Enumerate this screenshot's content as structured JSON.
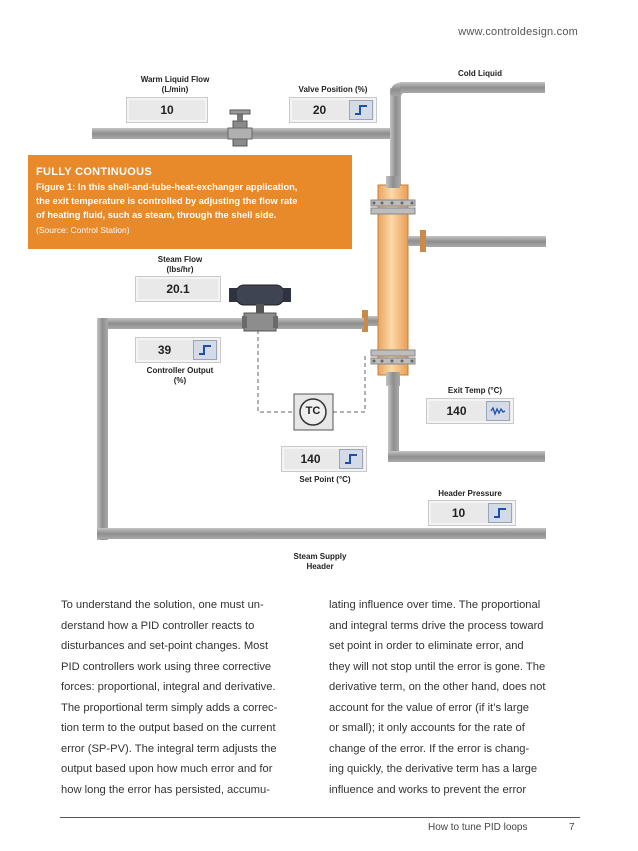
{
  "header": {
    "site": "www.controldesign.com"
  },
  "diagram": {
    "warm_flow_label_1": "Warm Liquid Flow",
    "warm_flow_label_2": "(L/min)",
    "warm_flow_value": "10",
    "valve_position_label": "Valve Position (%)",
    "valve_position_value": "20",
    "cold_liquid_label": "Cold Liquid",
    "steam_flow_label_1": "Steam Flow",
    "steam_flow_label_2": "(lbs/hr)",
    "steam_flow_value": "20.1",
    "controller_output_value": "39",
    "controller_output_label_1": "Controller Output",
    "controller_output_label_2": "(%)",
    "exit_temp_label": "Exit Temp (°C)",
    "exit_temp_value": "140",
    "tc_label": "TC",
    "set_point_value": "140",
    "set_point_label": "Set Point (°C)",
    "header_pressure_label": "Header Pressure",
    "header_pressure_value": "10",
    "steam_supply_label_1": "Steam Supply",
    "steam_supply_label_2": "Header"
  },
  "callout": {
    "heading": "FULLY CONTINUOUS",
    "caption_1": "Figure 1: In this shell-and-tube-heat-exchanger application,",
    "caption_2": "the exit temperature is controlled by adjusting the flow rate",
    "caption_3": "of heating fluid, such as steam, through the shell side.",
    "source": "(Source: Control Station)"
  },
  "body_left": [
    "To understand the solution, one must un-",
    "derstand how a PID controller reacts to",
    "disturbances and set-point changes. Most",
    "PID controllers work using three corrective",
    "forces: proportional, integral and derivative.",
    "The proportional term simply adds a correc-",
    "tion term to the output based on the current",
    "error (SP-PV). The integral term adjusts the",
    "output based upon how much error and for",
    "how long the error has persisted, accumu-"
  ],
  "body_right": [
    "lating influence over time. The proportional",
    "and integral terms drive the process toward",
    "set point in order to eliminate error, and",
    "they will not stop until the error is gone. The",
    "derivative term, on the other hand, does not",
    "account for the value of error (if it’s large",
    "or small); it only accounts for the rate of",
    "change of the error. If the error is chang-",
    "ing quickly, the derivative term has a large",
    "influence and works to prevent the error"
  ],
  "footer": {
    "title": "How to tune PID loops",
    "page": "7"
  },
  "colors": {
    "callout": "#e8892a",
    "pipe": "#9a9a9a",
    "vessel": "#f3c48a",
    "flange": "#b8b8b8"
  }
}
